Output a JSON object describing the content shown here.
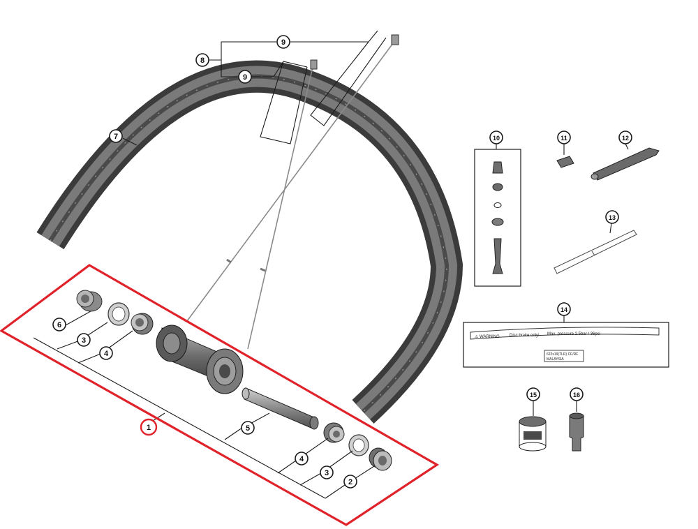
{
  "callouts": [
    {
      "id": "c1",
      "label": "1",
      "name": "wheel-hub-assembly"
    },
    {
      "id": "c2",
      "label": "2",
      "name": "locknut"
    },
    {
      "id": "c3a",
      "label": "3",
      "name": "washer-left"
    },
    {
      "id": "c3b",
      "label": "3",
      "name": "washer-right"
    },
    {
      "id": "c4a",
      "label": "4",
      "name": "bearing-left"
    },
    {
      "id": "c4b",
      "label": "4",
      "name": "bearing-right"
    },
    {
      "id": "c5",
      "label": "5",
      "name": "axle"
    },
    {
      "id": "c6",
      "label": "6",
      "name": "end-cap"
    },
    {
      "id": "c7",
      "label": "7",
      "name": "rim"
    },
    {
      "id": "c8",
      "label": "8",
      "name": "spoke-set"
    },
    {
      "id": "c9a",
      "label": "9",
      "name": "spoke-long"
    },
    {
      "id": "c9b",
      "label": "9",
      "name": "spoke-short"
    },
    {
      "id": "c10",
      "label": "10",
      "name": "tubeless-valve-set"
    },
    {
      "id": "c11",
      "label": "11",
      "name": "nipple"
    },
    {
      "id": "c12",
      "label": "12",
      "name": "spoke-wrench"
    },
    {
      "id": "c13",
      "label": "13",
      "name": "rim-tape"
    },
    {
      "id": "c14",
      "label": "14",
      "name": "rim-sticker"
    },
    {
      "id": "c15",
      "label": "15",
      "name": "grease"
    },
    {
      "id": "c16",
      "label": "16",
      "name": "adapter-tool"
    }
  ],
  "sticker": {
    "warning": "⚠ WARNING",
    "line1": "Disc brake only!",
    "line2": "Max. pressure 2.5bar / 36psi",
    "code_line1": "622x19(TLR) CF/RF",
    "code_line2": "MALAYSIA"
  },
  "colors": {
    "highlight": "#e0232b",
    "rim": "#5a5a5a",
    "ink": "#1a1a1a"
  }
}
